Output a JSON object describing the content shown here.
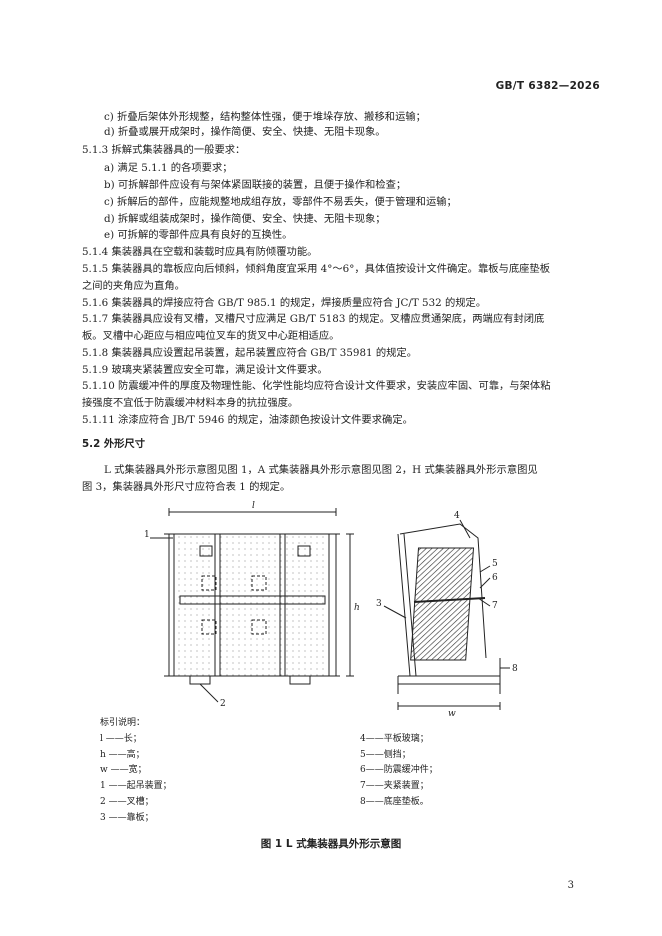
{
  "header": "GB/T 6382—2026",
  "lines": [
    "c)  折叠后架体外形规整，结构整体性强，便于堆垛存放、搬移和运输；",
    "d)  折叠或展开成架时，操作简便、安全、快捷、无阻卡现象。",
    "5.1.3  拆解式集装器具的一般要求：",
    "a)  满足 5.1.1 的各项要求；",
    "b)  可拆解部件应设有与架体紧固联接的装置，且便于操作和检查；",
    "c)  拆解后的部件，应能规整地成组存放，零部件不易丢失，便于管理和运输；",
    "d)  拆解或组装成架时，操作简便、安全、快捷、无阻卡现象；",
    "e)  可拆解的零部件应具有良好的互换性。",
    "5.1.4  集装器具在空载和装载时应具有防倾覆功能。",
    "5.1.5  集装器具的靠板应向后倾斜，倾斜角度宜采用 4°～6°，具体值按设计文件确定。靠板与底座垫板",
    "之间的夹角应为直角。",
    "5.1.6  集装器具的焊接应符合 GB/T 985.1 的规定，焊接质量应符合 JC/T 532 的规定。",
    "5.1.7  集装器具应设有叉槽，叉槽尺寸应满足 GB/T 5183 的规定。叉槽应贯通架底，两端应有封闭底",
    "板。叉槽中心距应与相应吨位叉车的货叉中心距相适应。",
    "5.1.8  集装器具应设置起吊装置，起吊装置应符合 GB/T 35981 的规定。",
    "5.1.9  玻璃夹紧装置应安全可靠，满足设计文件要求。",
    "5.1.10  防震缓冲件的厚度及物理性能、化学性能均应符合设计文件要求，安装应牢固、可靠，与架体粘",
    "接强度不宜低于防震缓冲材料本身的抗拉强度。",
    "5.1.11  涂漆应符合 JB/T 5946 的规定，油漆颜色按设计文件要求确定。",
    "5.2  外形尺寸",
    "L 式集装器具外形示意图见图 1，A 式集装器具外形示意图见图 2，H 式集装器具外形示意图见",
    "图 3，集装器具外形尺寸应符合表 1 的规定。"
  ],
  "figure": {
    "dims": {
      "l": "l",
      "h": "h",
      "w": "w"
    },
    "callouts": [
      "1",
      "2",
      "3",
      "4",
      "5",
      "6",
      "7",
      "8"
    ]
  },
  "legend": {
    "title": "标引说明：",
    "left": [
      "l ——长；",
      "h ——高；",
      "w ——宽；",
      "1 ——起吊装置；",
      "2 ——叉槽；",
      "3 ——靠板；"
    ],
    "right": [
      "4——平板玻璃；",
      "5——侧挡；",
      "6——防震缓冲件；",
      "7——夹紧装置；",
      "8——底座垫板。"
    ]
  },
  "caption": "图 1   L 式集装器具外形示意图",
  "page_number": "3"
}
